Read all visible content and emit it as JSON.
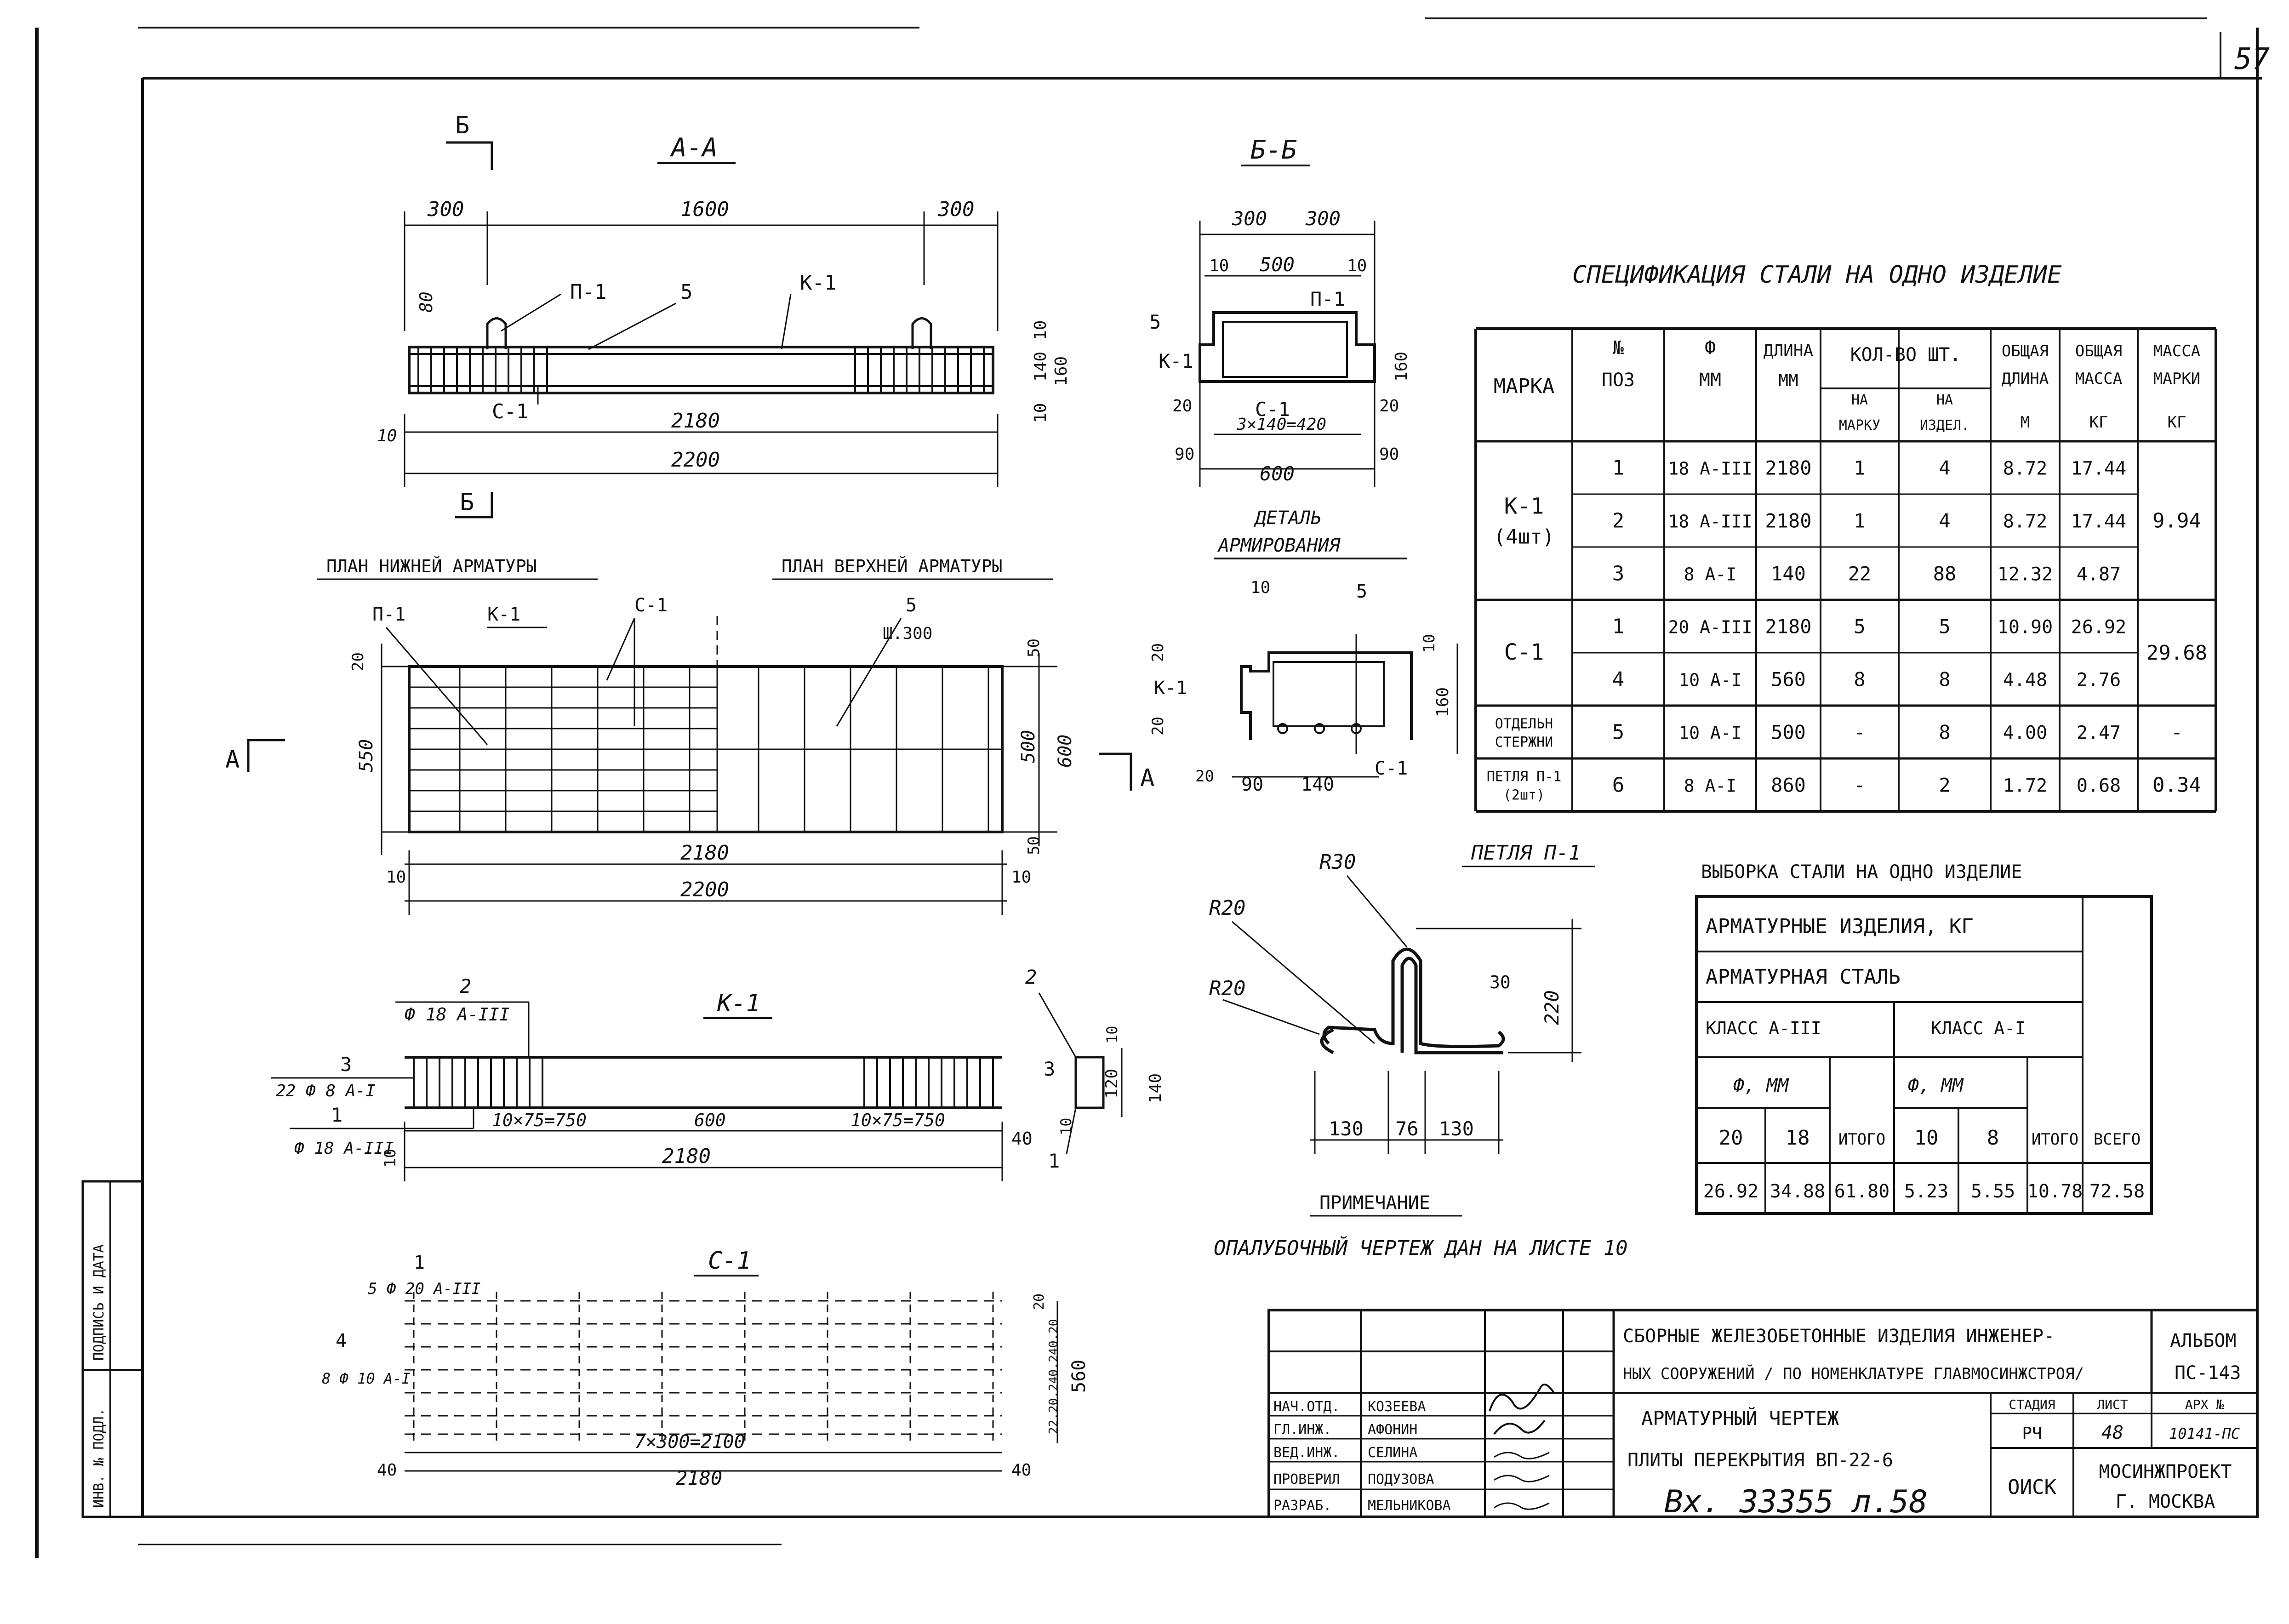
{
  "sheet_number": "57",
  "sections": {
    "aa": "А-А",
    "bb": "Б-Б",
    "b_mark": "Б",
    "a_mark": "А",
    "detail": [
      "ДЕТАЛЬ",
      "АРМИРОВАНИЯ"
    ],
    "plan_bottom": "ПЛАН НИЖНЕЙ АРМАТУРЫ",
    "plan_top": "ПЛАН ВЕРХНЕЙ АРМАТУРЫ",
    "k1": "К-1",
    "c1": "С-1",
    "loop": "ПЕТЛЯ П-1"
  },
  "dims": {
    "aa": [
      "300",
      "1600",
      "300",
      "80",
      "10",
      "140",
      "160",
      "10",
      "2180",
      "2200",
      "10"
    ],
    "bb": [
      "300",
      "300",
      "10",
      "500",
      "10",
      "160",
      "20",
      "20",
      "3×140=420",
      "90",
      "90",
      "600"
    ],
    "plan": [
      "550",
      "20",
      "500",
      "600",
      "50",
      "50",
      "2180",
      "2200",
      "10",
      "10"
    ],
    "detail": [
      "10",
      "20",
      "20",
      "160",
      "10",
      "20",
      "90",
      "140"
    ],
    "k1": [
      "10×75=750",
      "600",
      "10×75=750",
      "2180",
      "40",
      "10",
      "120",
      "140",
      "10",
      "10"
    ],
    "c1": [
      "7×300=2100",
      "2180",
      "40",
      "40",
      "560",
      "20",
      "22.20.240.240.20"
    ],
    "loop": [
      "R30",
      "R20",
      "R20",
      "30",
      "220",
      "130",
      "76",
      "130"
    ]
  },
  "labels": {
    "p1": "П-1",
    "k1": "К-1",
    "c1": "С-1",
    "pos5": "5",
    "step": "Ш.300",
    "k1_pos2": "Ф 18 А-III",
    "k1_pos3": "22 Ф 8 А-I",
    "k1_pos1": "Ф 18 А-III",
    "c1_pos1": "5 Ф 20 А-III",
    "c1_pos4": "8 Ф 10 А-I",
    "n1": "1",
    "n2": "2",
    "n3": "3",
    "n4": "4"
  },
  "spec": {
    "title": "СПЕЦИФИКАЦИЯ СТАЛИ НА ОДНО ИЗДЕЛИЕ",
    "headers": {
      "mark": "МАРКА",
      "pos": [
        "№",
        "ПОЗ"
      ],
      "diam": [
        "Ф",
        "ММ"
      ],
      "length": [
        "ДЛИНА",
        "ММ"
      ],
      "qty": "КОЛ-ВО ШТ.",
      "qty_per_mark": [
        "НА",
        "МАРКУ"
      ],
      "qty_per_item": [
        "НА",
        "ИЗДЕЛ."
      ],
      "total_length": [
        "ОБЩАЯ",
        "ДЛИНА",
        "М"
      ],
      "total_mass": [
        "ОБЩАЯ",
        "МАССА",
        "КГ"
      ],
      "mark_mass": [
        "МАССА",
        "МАРКИ",
        "КГ"
      ]
    },
    "groups": [
      {
        "mark": [
          "К-1",
          "(4шт)"
        ],
        "mass": "9.94",
        "rows": [
          {
            "pos": "1",
            "diam": "18 А-III",
            "len": "2180",
            "per_mark": "1",
            "per_item": "4",
            "total_len": "8.72",
            "mass": "17.44"
          },
          {
            "pos": "2",
            "diam": "18 А-III",
            "len": "2180",
            "per_mark": "1",
            "per_item": "4",
            "total_len": "8.72",
            "mass": "17.44"
          },
          {
            "pos": "3",
            "diam": "8 А-I",
            "len": "140",
            "per_mark": "22",
            "per_item": "88",
            "total_len": "12.32",
            "mass": "4.87"
          }
        ]
      },
      {
        "mark": [
          "С-1"
        ],
        "mass": "29.68",
        "rows": [
          {
            "pos": "1",
            "diam": "20 А-III",
            "len": "2180",
            "per_mark": "5",
            "per_item": "5",
            "total_len": "10.90",
            "mass": "26.92"
          },
          {
            "pos": "4",
            "diam": "10 А-I",
            "len": "560",
            "per_mark": "8",
            "per_item": "8",
            "total_len": "4.48",
            "mass": "2.76"
          }
        ]
      },
      {
        "mark": [
          "ОТДЕЛЬН",
          "СТЕРЖНИ"
        ],
        "mass": "-",
        "rows": [
          {
            "pos": "5",
            "diam": "10 А-I",
            "len": "500",
            "per_mark": "-",
            "per_item": "8",
            "total_len": "4.00",
            "mass": "2.47"
          }
        ]
      },
      {
        "mark": [
          "ПЕТЛЯ П-1",
          "(2шт)"
        ],
        "mass": "0.34",
        "rows": [
          {
            "pos": "6",
            "diam": "8 А-I",
            "len": "860",
            "per_mark": "-",
            "per_item": "2",
            "total_len": "1.72",
            "mass": "0.68"
          }
        ]
      }
    ]
  },
  "selection": {
    "title": "ВЫБОРКА СТАЛИ НА ОДНО ИЗДЕЛИЕ",
    "row1": "АРМАТУРНЫЕ ИЗДЕЛИЯ, КГ",
    "row2": "АРМАТУРНАЯ СТАЛЬ",
    "class3": "КЛАСС А-III",
    "class1": "КЛАСС А-I",
    "diam": "Ф, ММ",
    "itogo": "ИТОГО",
    "vsego": "ВСЕГО",
    "sub_headers": [
      "20",
      "18",
      "10",
      "8"
    ],
    "values": [
      "26.92",
      "34.88",
      "61.80",
      "5.23",
      "5.55",
      "10.78",
      "72.58"
    ]
  },
  "note": {
    "title": "ПРИМЕЧАНИЕ",
    "text": "ОПАЛУБОЧНЫЙ ЧЕРТЕЖ ДАН НА ЛИСТЕ 10"
  },
  "title_block": {
    "series": [
      "СБОРНЫЕ ЖЕЛЕЗОБЕТОННЫЕ ИЗДЕЛИЯ ИНЖЕНЕР-",
      "НЫХ СООРУЖЕНИЙ / ПО НОМЕНКЛАТУРЕ ГЛАВМОСИНЖСТРОЯ/"
    ],
    "album": [
      "АЛЬБОМ",
      "ПС-143"
    ],
    "drawing": [
      "АРМАТУРНЫЙ ЧЕРТЕЖ",
      "ПЛИТЫ ПЕРЕКРЫТИЯ ВП-22-6"
    ],
    "stage_header": "СТАДИЯ",
    "sheet_header": "ЛИСТ",
    "arch_header": "АРХ №",
    "stage": "РЧ",
    "sheet": "48",
    "arch": "10141-ПС",
    "department": "ОИСК",
    "org": [
      "МОСИНЖПРОЕКТ",
      "Г. МОСКВА"
    ],
    "roles": [
      {
        "role": "НАЧ.ОТД.",
        "name": "КОЗЕЕВА"
      },
      {
        "role": "ГЛ.ИНЖ.",
        "name": "АФОНИН"
      },
      {
        "role": "ВЕД.ИНЖ.",
        "name": "СЕЛИНА"
      },
      {
        "role": "ПРОВЕРИЛ",
        "name": "ПОДУЗОВА"
      },
      {
        "role": "РАЗРАБ.",
        "name": "МЕЛЬНИКОВА"
      }
    ],
    "registry": "Вх. 33355 л.58",
    "side_stamp": [
      "ИНВ. № ПОДЛ.",
      "ПОДПИСЬ И ДАТА"
    ]
  }
}
